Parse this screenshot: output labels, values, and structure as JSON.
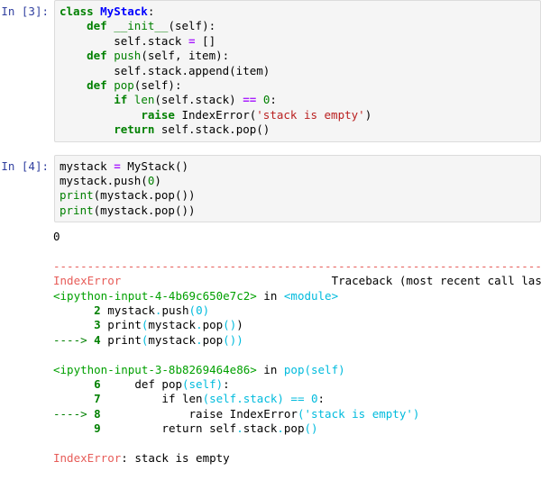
{
  "cells": [
    {
      "prompt": "In [3]:",
      "type": "code",
      "lines": [
        {
          "segments": [
            {
              "t": "class ",
              "c": "k"
            },
            {
              "t": "MyStack",
              "c": "nc"
            },
            {
              "t": ":",
              "c": "ne"
            }
          ]
        },
        {
          "segments": [
            {
              "t": "    ",
              "c": "ne"
            },
            {
              "t": "def ",
              "c": "k"
            },
            {
              "t": "__init__",
              "c": "nf"
            },
            {
              "t": "(self):",
              "c": "ne"
            }
          ]
        },
        {
          "segments": [
            {
              "t": "        self.stack ",
              "c": "ne"
            },
            {
              "t": "=",
              "c": "op"
            },
            {
              "t": " []",
              "c": "ne"
            }
          ]
        },
        {
          "segments": [
            {
              "t": "    ",
              "c": "ne"
            },
            {
              "t": "def ",
              "c": "k"
            },
            {
              "t": "push",
              "c": "nf"
            },
            {
              "t": "(self, item):",
              "c": "ne"
            }
          ]
        },
        {
          "segments": [
            {
              "t": "        self.stack.append(item)",
              "c": "ne"
            }
          ]
        },
        {
          "segments": [
            {
              "t": "    ",
              "c": "ne"
            },
            {
              "t": "def ",
              "c": "k"
            },
            {
              "t": "pop",
              "c": "nf"
            },
            {
              "t": "(self):",
              "c": "ne"
            }
          ]
        },
        {
          "segments": [
            {
              "t": "        ",
              "c": "ne"
            },
            {
              "t": "if ",
              "c": "k"
            },
            {
              "t": "len",
              "c": "nb"
            },
            {
              "t": "(self.stack) ",
              "c": "ne"
            },
            {
              "t": "==",
              "c": "op"
            },
            {
              "t": " ",
              "c": "ne"
            },
            {
              "t": "0",
              "c": "mi"
            },
            {
              "t": ":",
              "c": "ne"
            }
          ]
        },
        {
          "segments": [
            {
              "t": "            ",
              "c": "ne"
            },
            {
              "t": "raise ",
              "c": "k"
            },
            {
              "t": "IndexError(",
              "c": "ne"
            },
            {
              "t": "'stack is empty'",
              "c": "s"
            },
            {
              "t": ")",
              "c": "ne"
            }
          ]
        },
        {
          "segments": [
            {
              "t": "        ",
              "c": "ne"
            },
            {
              "t": "return ",
              "c": "k"
            },
            {
              "t": "self.stack.pop()",
              "c": "ne"
            }
          ]
        }
      ]
    },
    {
      "prompt": "In [4]:",
      "type": "code",
      "lines": [
        {
          "segments": [
            {
              "t": "mystack ",
              "c": "ne"
            },
            {
              "t": "=",
              "c": "op"
            },
            {
              "t": " MyStack()",
              "c": "ne"
            }
          ]
        },
        {
          "segments": [
            {
              "t": "mystack.push(",
              "c": "ne"
            },
            {
              "t": "0",
              "c": "mi"
            },
            {
              "t": ")",
              "c": "ne"
            }
          ]
        },
        {
          "segments": [
            {
              "t": "print",
              "c": "nb"
            },
            {
              "t": "(mystack.pop())",
              "c": "ne"
            }
          ]
        },
        {
          "segments": [
            {
              "t": "print",
              "c": "nb"
            },
            {
              "t": "(mystack.pop())",
              "c": "ne"
            }
          ]
        }
      ]
    }
  ],
  "output": {
    "stdout_value": "0",
    "traceback": {
      "separator": "---------------------------------------------------------------------------",
      "header_exc": "IndexError",
      "header_gap": "                               ",
      "header_text": "Traceback (most recent call last)",
      "frames": [
        {
          "file": "<ipython-input-4-4b69c650e7c2>",
          "in_word": " in ",
          "scope": "<module>",
          "lines": [
            {
              "arrow": "      ",
              "lno": "2",
              "segments": [
                {
                  "t": " mystack",
                  "c": "tb-plain"
                },
                {
                  "t": ".",
                  "c": "tb-str"
                },
                {
                  "t": "push",
                  "c": "tb-plain"
                },
                {
                  "t": "(0)",
                  "c": "tb-str"
                }
              ]
            },
            {
              "arrow": "      ",
              "lno": "3",
              "segments": [
                {
                  "t": " print",
                  "c": "tb-plain"
                },
                {
                  "t": "(",
                  "c": "tb-str"
                },
                {
                  "t": "mystack",
                  "c": "tb-plain"
                },
                {
                  "t": ".",
                  "c": "tb-str"
                },
                {
                  "t": "pop",
                  "c": "tb-plain"
                },
                {
                  "t": "()",
                  "c": "tb-str"
                },
                {
                  "t": ")",
                  "c": "tb-plain"
                }
              ]
            },
            {
              "arrow": "----> ",
              "lno": "4",
              "segments": [
                {
                  "t": " print",
                  "c": "tb-plain"
                },
                {
                  "t": "(",
                  "c": "tb-str"
                },
                {
                  "t": "mystack",
                  "c": "tb-plain"
                },
                {
                  "t": ".",
                  "c": "tb-str"
                },
                {
                  "t": "pop",
                  "c": "tb-plain"
                },
                {
                  "t": "())",
                  "c": "tb-str"
                }
              ]
            }
          ]
        },
        {
          "file": "<ipython-input-3-8b8269464e86>",
          "in_word": " in ",
          "scope": "pop(self)",
          "lines": [
            {
              "arrow": "      ",
              "lno": "6",
              "segments": [
                {
                  "t": "     def pop",
                  "c": "tb-plain"
                },
                {
                  "t": "(self)",
                  "c": "tb-str"
                },
                {
                  "t": ":",
                  "c": "tb-plain"
                }
              ]
            },
            {
              "arrow": "      ",
              "lno": "7",
              "segments": [
                {
                  "t": "         if len",
                  "c": "tb-plain"
                },
                {
                  "t": "(self",
                  "c": "tb-str"
                },
                {
                  "t": ".",
                  "c": "tb-str"
                },
                {
                  "t": "stack) == 0",
                  "c": "tb-str"
                },
                {
                  "t": ":",
                  "c": "tb-plain"
                }
              ]
            },
            {
              "arrow": "----> ",
              "lno": "8",
              "segments": [
                {
                  "t": "             raise IndexError",
                  "c": "tb-plain"
                },
                {
                  "t": "('stack is empty')",
                  "c": "tb-str"
                }
              ]
            },
            {
              "arrow": "      ",
              "lno": "9",
              "segments": [
                {
                  "t": "         return self",
                  "c": "tb-plain"
                },
                {
                  "t": ".",
                  "c": "tb-str"
                },
                {
                  "t": "stack",
                  "c": "tb-plain"
                },
                {
                  "t": ".",
                  "c": "tb-str"
                },
                {
                  "t": "pop",
                  "c": "tb-plain"
                },
                {
                  "t": "()",
                  "c": "tb-str"
                }
              ]
            }
          ]
        }
      ],
      "final_exc": "IndexError",
      "final_message": ": stack is empty"
    }
  }
}
